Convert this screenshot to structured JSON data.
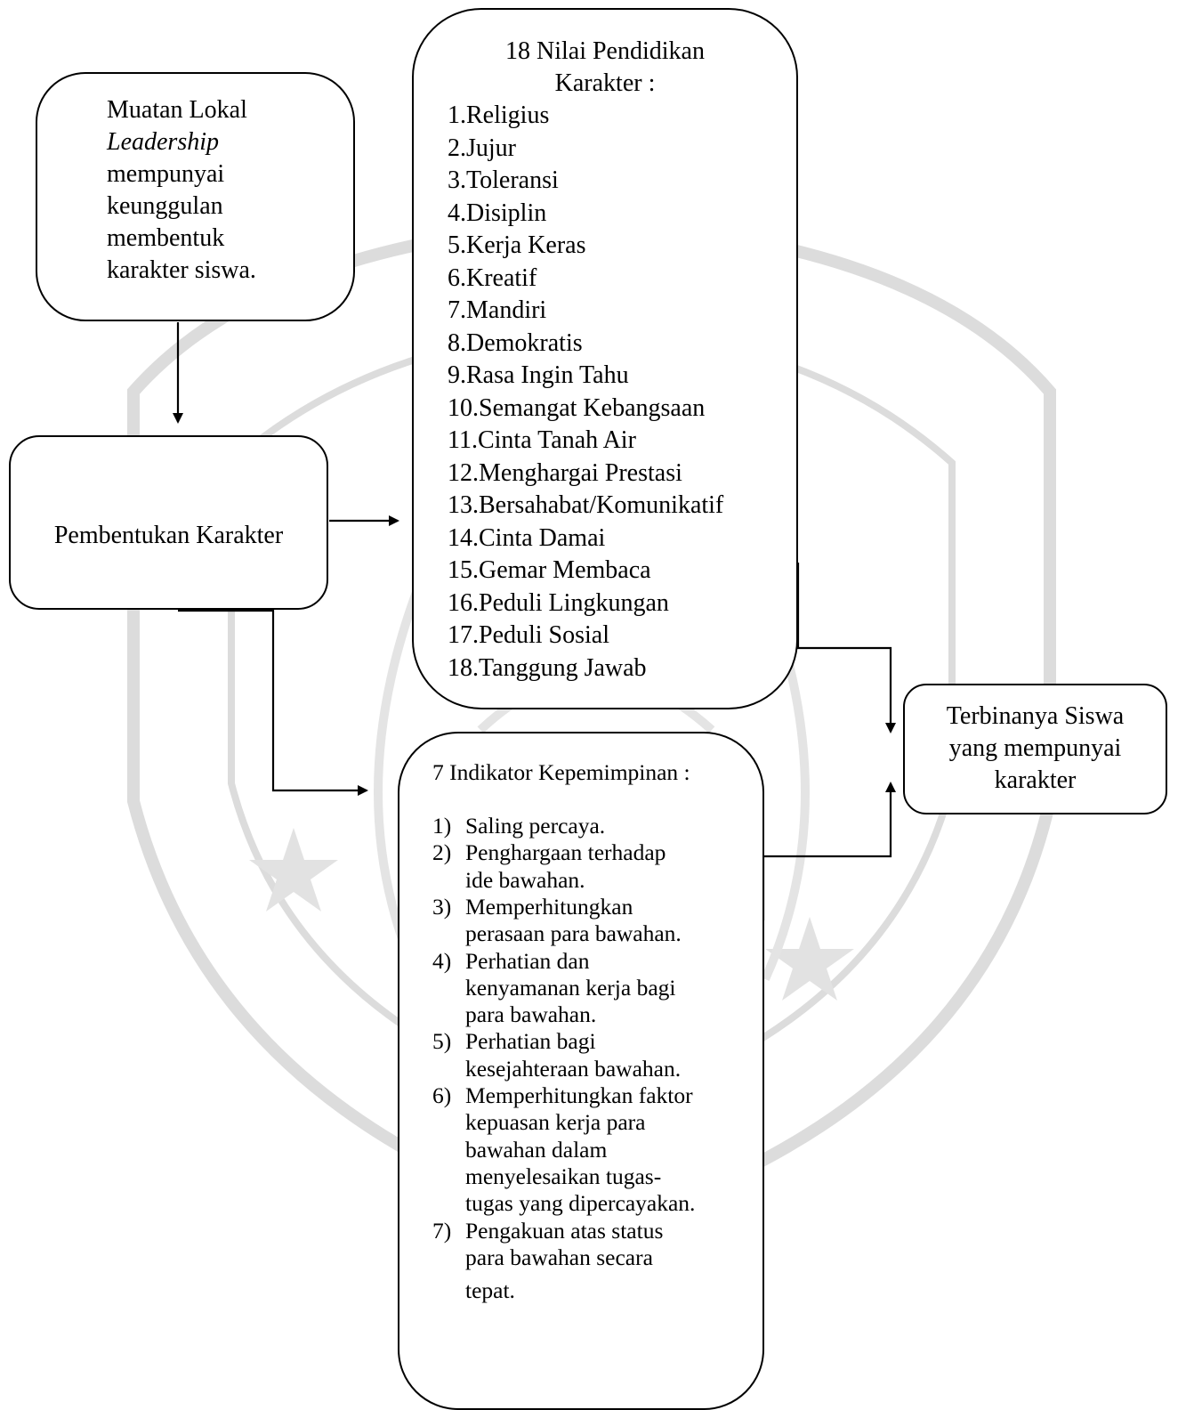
{
  "muatan": {
    "line1": "Muatan Lokal",
    "line2_italic": "Leadership",
    "line3": "mempunyai",
    "line4": "keunggulan",
    "line5": "membentuk",
    "line6": "karakter siswa."
  },
  "pembentukan": {
    "label": "Pembentukan Karakter"
  },
  "nilai": {
    "title_line1": "18 Nilai Pendidikan",
    "title_line2": "Karakter :",
    "items": [
      "1.Religius",
      "2.Jujur",
      "3.Toleransi",
      "4.Disiplin",
      "5.Kerja Keras",
      "6.Kreatif",
      "7.Mandiri",
      "8.Demokratis",
      "9.Rasa Ingin Tahu",
      "10.Semangat Kebangsaan",
      "11.Cinta Tanah Air",
      "12.Menghargai Prestasi",
      "13.Bersahabat/Komunikatif",
      "14.Cinta Damai",
      "15.Gemar Membaca",
      "16.Peduli Lingkungan",
      "17.Peduli Sosial",
      "18.Tanggung Jawab"
    ]
  },
  "indikator": {
    "title": "7 Indikator Kepemimpinan :",
    "items": [
      {
        "num": "1)",
        "lines": [
          "Saling percaya."
        ]
      },
      {
        "num": "2)",
        "lines": [
          "Penghargaan terhadap",
          "ide bawahan."
        ]
      },
      {
        "num": "3)",
        "lines": [
          "Memperhitungkan",
          "perasaan para bawahan."
        ]
      },
      {
        "num": "4)",
        "lines": [
          "Perhatian dan",
          "kenyamanan kerja bagi",
          "para bawahan."
        ]
      },
      {
        "num": "5)",
        "lines": [
          "Perhatian bagi",
          "kesejahteraan bawahan."
        ]
      },
      {
        "num": "6)",
        "lines": [
          "Memperhitungkan faktor",
          "kepuasan kerja para",
          "bawahan dalam",
          "menyelesaikan tugas-",
          "tugas yang dipercayakan."
        ]
      },
      {
        "num": "7)",
        "lines": [
          "Pengakuan atas status",
          "para bawahan secara",
          "tepat."
        ]
      }
    ]
  },
  "terbina": {
    "line1": "Terbinanya Siswa",
    "line2": "yang mempunyai",
    "line3": "karakter"
  },
  "watermark": {
    "color": "#d9d9d9"
  }
}
